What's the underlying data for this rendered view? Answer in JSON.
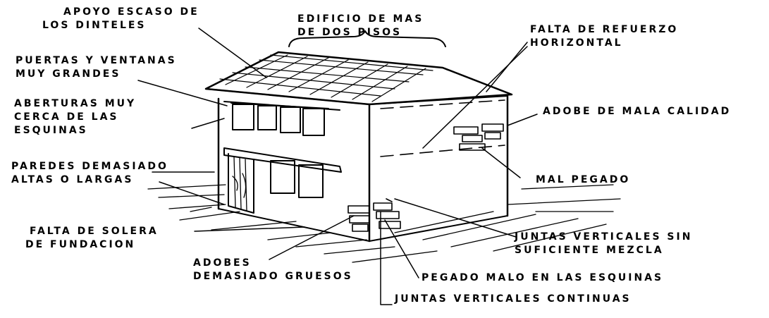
{
  "labels": {
    "apoyo": [
      "APOYO ESCASO DE",
      "LOS DINTELES"
    ],
    "edificio": [
      "EDIFICIO DE MAS",
      "DE DOS PISOS"
    ],
    "falta_refuerzo": [
      "FALTA DE REFUERZO",
      "HORIZONTAL"
    ],
    "puertas": [
      "PUERTAS Y VENTANAS",
      "MUY GRANDES"
    ],
    "aberturas": [
      "ABERTURAS MUY",
      "CERCA DE LAS",
      "ESQUINAS"
    ],
    "adobe_mala": [
      "ADOBE DE MALA CALIDAD"
    ],
    "paredes": [
      "PAREDES DEMASIADO",
      "ALTAS O LARGAS"
    ],
    "mal_pegado": [
      "MAL PEGADO"
    ],
    "falta_solera": [
      "FALTA DE SOLERA",
      "DE FUNDACION"
    ],
    "juntas_sin": [
      "JUNTAS VERTICALES SIN",
      "SUFICIENTE MEZCLA"
    ],
    "adobes_gruesos": [
      "ADOBES",
      "DEMASIADO GRUESOS"
    ],
    "pegado_malo": [
      "PEGADO MALO EN LAS ESQUINAS"
    ],
    "juntas_continuas": [
      "JUNTAS VERTICALES CONTINUAS"
    ]
  },
  "style": {
    "ink": "#000000",
    "paper": "#ffffff"
  }
}
